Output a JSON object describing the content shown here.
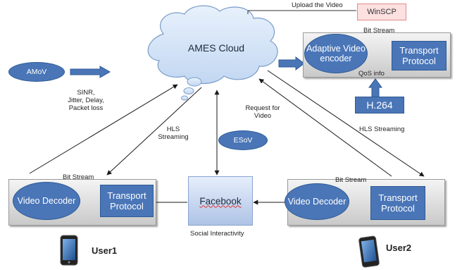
{
  "cloud_label": "AMES Cloud",
  "upload_label": "Upload the Video",
  "winscp_label": "WinSCP",
  "top_encoder": {
    "bitstream_label": "Bit Stream",
    "adaptive_label": "Adaptive Video encoder",
    "transport_label": "Transport Protocol",
    "qos_label": "QoS info"
  },
  "h264_label": "H.264",
  "amov_label": "AMoV",
  "esov_label": "ESoV",
  "metrics_label": [
    "SINR,",
    "Jitter, Delay,",
    "Packet loss"
  ],
  "hls_left_label": [
    "HLS",
    "Streaming"
  ],
  "request_label": [
    "Request for",
    "Video"
  ],
  "hls_right_label": "HLS Streaming",
  "left_client": {
    "bitstream_label": "Bit Stream",
    "decoder_label": "Video Decoder",
    "transport_label": "Transport Protocol"
  },
  "right_client": {
    "bitstream_label": "Bit Stream",
    "decoder_label": "Video Decoder",
    "transport_label": "Transport Protocol"
  },
  "facebook_label": "Facebook",
  "social_label": "Social Interactivity",
  "user1_label": "User1",
  "user2_label": "User2",
  "colors": {
    "node_blue": "#4a76b8",
    "cloud_fill": "#d3e3f7",
    "winscp_fill": "#fde0e0"
  }
}
